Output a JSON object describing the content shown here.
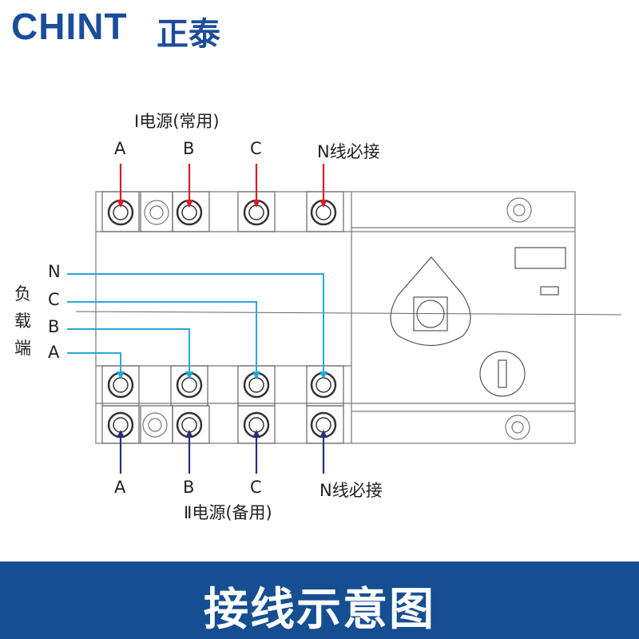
{
  "brand": {
    "name_en": "CHINT",
    "name_cn": "正泰",
    "color": "#1b4d9b"
  },
  "source_1": {
    "label": "Ⅰ电源(常用)",
    "arrow_color": "#d0202a"
  },
  "source_2": {
    "label": "Ⅱ电源(备用)",
    "arrow_color": "#2a2f7a"
  },
  "load": {
    "label_chars": [
      "负",
      "载",
      "端"
    ],
    "line_color": "#2aa7d8"
  },
  "phases_top": [
    "A",
    "B",
    "C",
    "N线必接"
  ],
  "phases_bottom": [
    "A",
    "B",
    "C",
    "N线必接"
  ],
  "load_lines": [
    "N",
    "C",
    "B",
    "A"
  ],
  "footer": {
    "title": "接线示意图",
    "bg_color": "#164e92"
  },
  "colors": {
    "outline": "#777777"
  }
}
